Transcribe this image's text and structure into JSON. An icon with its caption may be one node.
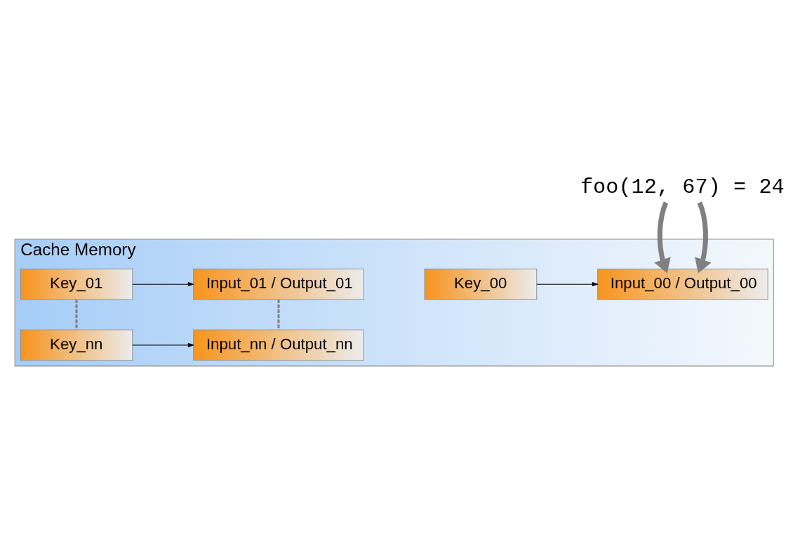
{
  "diagram": {
    "nodes": [
      {
        "text": [
          "foo(12, 67) = 24"
        ]
      },
      {
        "text": [
          "Cache Memory"
        ]
      },
      {
        "text": [
          "Key_00"
        ],
        "in": 1
      },
      {
        "text": [
          "Input_00 / Output_00"
        ],
        "in": 1
      },
      {
        "text": [
          "Key_01"
        ],
        "in": 1
      },
      {
        "text": [
          "Input_01 / Output_01"
        ],
        "in": 1
      },
      {
        "text": [
          "Key_nn"
        ],
        "in": 1
      },
      {
        "text": [
          "Input_nn / Output_nn"
        ],
        "in": 1
      }
    ],
    "edges": [
      {
        "from": 0,
        "to": 3,
        "arrow": "to",
        "style": "thick"
      },
      {
        "from": 0,
        "to": 3,
        "arrow": "to",
        "style": "thick"
      },
      {
        "from": 2,
        "to": 3,
        "arrow": "to",
        "color": "#000000"
      },
      {
        "from": 4,
        "to": 5,
        "arrow": "to",
        "color": "#000000"
      },
      {
        "from": 4,
        "to": 6,
        "arrow": "none",
        "style": "dashed"
      },
      {
        "from": 5,
        "to": 7,
        "arrow": "none",
        "style": "dashed"
      },
      {
        "from": 6,
        "to": 7,
        "arrow": "to",
        "color": "#000000"
      }
    ]
  }
}
